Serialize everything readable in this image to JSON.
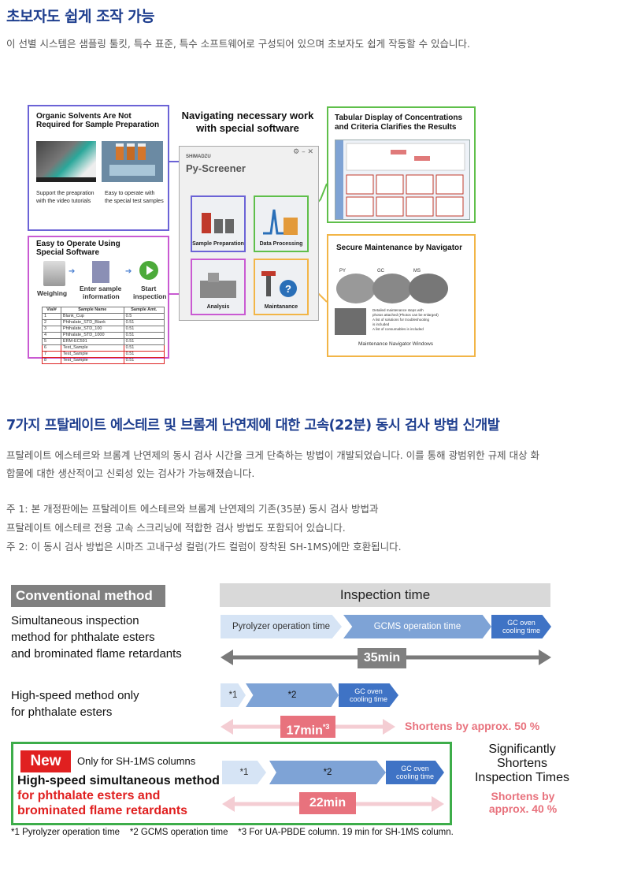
{
  "section1": {
    "title": "초보자도 쉽게 조작 가능",
    "desc": "이 선별 시스템은 샘플링 툴킷, 특수 표준, 특수 소프트웨어로 구성되어 있으며 초보자도 쉽게 작동할 수 있습니다."
  },
  "figure1": {
    "center_title_1": "Navigating necessary work",
    "center_title_2": "with special software",
    "app_brand": "SHIMADZU",
    "app_name": "Py-Screener",
    "tiles": [
      "Sample Preparation",
      "Data Processing",
      "Analysis",
      "Maintanance"
    ],
    "box_tl": {
      "title_1": "Organic Solvents Are Not",
      "title_2": "Required for Sample Preparation",
      "cap1_1": "Support the preapration",
      "cap1_2": "with the video tutorials",
      "cap2_1": "Easy to operate with",
      "cap2_2": "the special test samples"
    },
    "box_bl": {
      "title_1": "Easy to Operate Using",
      "title_2": "Special Software",
      "step1": "Weighing",
      "step2_1": "Enter sample",
      "step2_2": "information",
      "step3_1": "Start",
      "step3_2": "inspection",
      "table_headers": [
        "Vial#",
        "Sample Name",
        "Sample Amt."
      ],
      "table_rows": [
        [
          "1",
          "Blank_Cup",
          "0.5"
        ],
        [
          "2",
          "Phthalate_STD_Blank",
          "0.51"
        ],
        [
          "3",
          "Phthalate_STD_100",
          "0.51"
        ],
        [
          "4",
          "Phthalate_STD_1000",
          "0.51"
        ],
        [
          "5",
          "ERM-EC591",
          "0.51"
        ],
        [
          "6",
          "Test_Sample",
          "0.51"
        ],
        [
          "7",
          "Test_Sample",
          "0.51"
        ],
        [
          "8",
          "Test_Sample",
          "0.51"
        ]
      ]
    },
    "box_tr": {
      "title_1": "Tabular Display of Concentrations",
      "title_2": "and Criteria Clarifies the Results"
    },
    "box_br": {
      "title": "Secure Maintenance by Navigator",
      "labels": [
        "PY",
        "GC",
        "MS"
      ],
      "note1_1": "Detailed maintenance steps with",
      "note1_2": "photos attached (Photos can be enlarged)",
      "note2": "A list of solutions for troubleshooting",
      "note2b": "is included",
      "note3": "A list of consumables is included",
      "caption": "Maintenance Navigator Windows"
    }
  },
  "section2": {
    "title": "7가지 프탈레이트 에스테르 및 브롬계 난연제에 대한 고속(22분) 동시 검사 방법 신개발",
    "desc1": "프탈레이트 에스테르와 브롬계 난연제의 동시 검사 시간을 크게 단축하는 방법이 개발되었습니다. 이를 통해 광범위한 규제 대상 화",
    "desc2": "합물에 대한 생산적이고 신뢰성 있는 검사가 가능해졌습니다.",
    "note1a": "주 1: 본 개정판에는 프탈레이트 에스테르와 브롬계 난연제의 기존(35분) 동시 검사 방법과",
    "note1b": "프탈레이트 에스테르 전용 고속 스크리닝에 적합한 검사 방법도 포함되어 있습니다.",
    "note2": "주 2: 이 동시 검사 방법은 시마즈 고내구성 컬럼(가드 컬럼이 장착된 SH-1MS)에만 호환됩니다."
  },
  "figure2": {
    "conventional_label": "Conventional method",
    "inspection_time": "Inspection time",
    "row1_1": "Simultaneous inspection",
    "row1_2": "method for phthalate esters",
    "row1_3": "and brominated flame retardants",
    "pyro": "Pyrolyzer operation time",
    "gcms": "GCMS operation time",
    "gc_1": "GC oven",
    "gc_2": "cooling time",
    "t35": "35min",
    "row2_1": "High-speed method only",
    "row2_2": "for phthalate esters",
    "s1": "*1",
    "s2": "*2",
    "t17": "17min",
    "t17sup": "*3",
    "shortens50": "Shortens by approx. 50 %",
    "new": "New",
    "only_sh": "Only for SH-1MS columns",
    "row3_1": "High-speed simultaneous method",
    "row3_2": "for phthalate esters and",
    "row3_3": "brominated flame retardants",
    "t22": "22min",
    "sig1": "Significantly",
    "sig2": "Shortens",
    "sig3": "Inspection Times",
    "shortens40_1": "Shortens by",
    "shortens40_2": "approx. 40 %",
    "foot1": "*1 Pyrolyzer operation time",
    "foot2": "*2 GCMS operation time",
    "foot3": "*3 For  UA-PBDE column. 19 min for SH-1MS column."
  }
}
